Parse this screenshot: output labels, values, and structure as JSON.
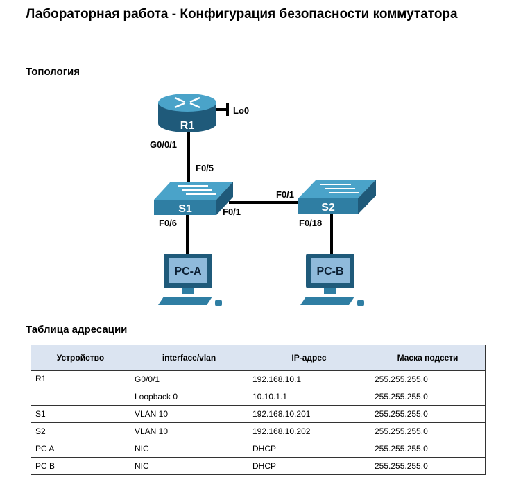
{
  "title": "Лабораторная работа - Конфигурация безопасности коммутатора",
  "topology": {
    "heading": "Топология",
    "devices": {
      "r1": "R1",
      "s1": "S1",
      "s2": "S2",
      "pca": "PC-A",
      "pcb": "PC-B",
      "loopback": "Lo0"
    },
    "ports": {
      "r1_g": "G0/0/1",
      "s1_f5": "F0/5",
      "s1_f1": "F0/1",
      "s2_f1": "F0/1",
      "s1_f6": "F0/6",
      "s2_f18": "F0/18"
    },
    "colors": {
      "device_dark": "#1f5a7a",
      "device_mid": "#2f7ea3",
      "device_light": "#4aa3c9",
      "screen": "#8fbadb"
    }
  },
  "table": {
    "heading": "Таблица адресации",
    "headers": [
      "Устройство",
      "interface/vlan",
      "IP-адрес",
      "Маска подсети"
    ],
    "rows": [
      [
        "R1",
        "G0/0/1",
        "192.168.10.1",
        "255.255.255.0"
      ],
      [
        "",
        "Loopback 0",
        "10.10.1.1",
        "255.255.255.0"
      ],
      [
        "S1",
        "VLAN 10",
        "192.168.10.201",
        "255.255.255.0"
      ],
      [
        "S2",
        "VLAN 10",
        "192.168.10.202",
        "255.255.255.0"
      ],
      [
        "PC A",
        "NIC",
        "DHCP",
        "255.255.255.0"
      ],
      [
        "PC B",
        "NIC",
        "DHCP",
        "255.255.255.0"
      ]
    ]
  }
}
